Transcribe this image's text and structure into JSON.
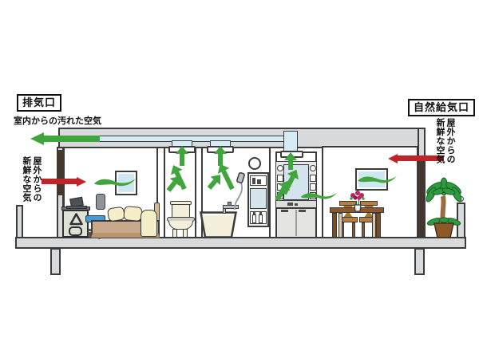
{
  "labels": {
    "exhaust_outlet": "排気口",
    "natural_supply_inlet": "自然給気口",
    "dirty_indoor_air": "室内からの汚れた空気",
    "fresh_outdoor_air": {
      "line1": "屋外からの",
      "line2": "新鮮な空気"
    }
  },
  "colors": {
    "exhaust_air_green": "#3fa53c",
    "supply_air_red": "#c0242b",
    "duct_blue": "#d7ebf7",
    "structure_gray": "#d9dadb",
    "outline": "#3b3b3c"
  }
}
